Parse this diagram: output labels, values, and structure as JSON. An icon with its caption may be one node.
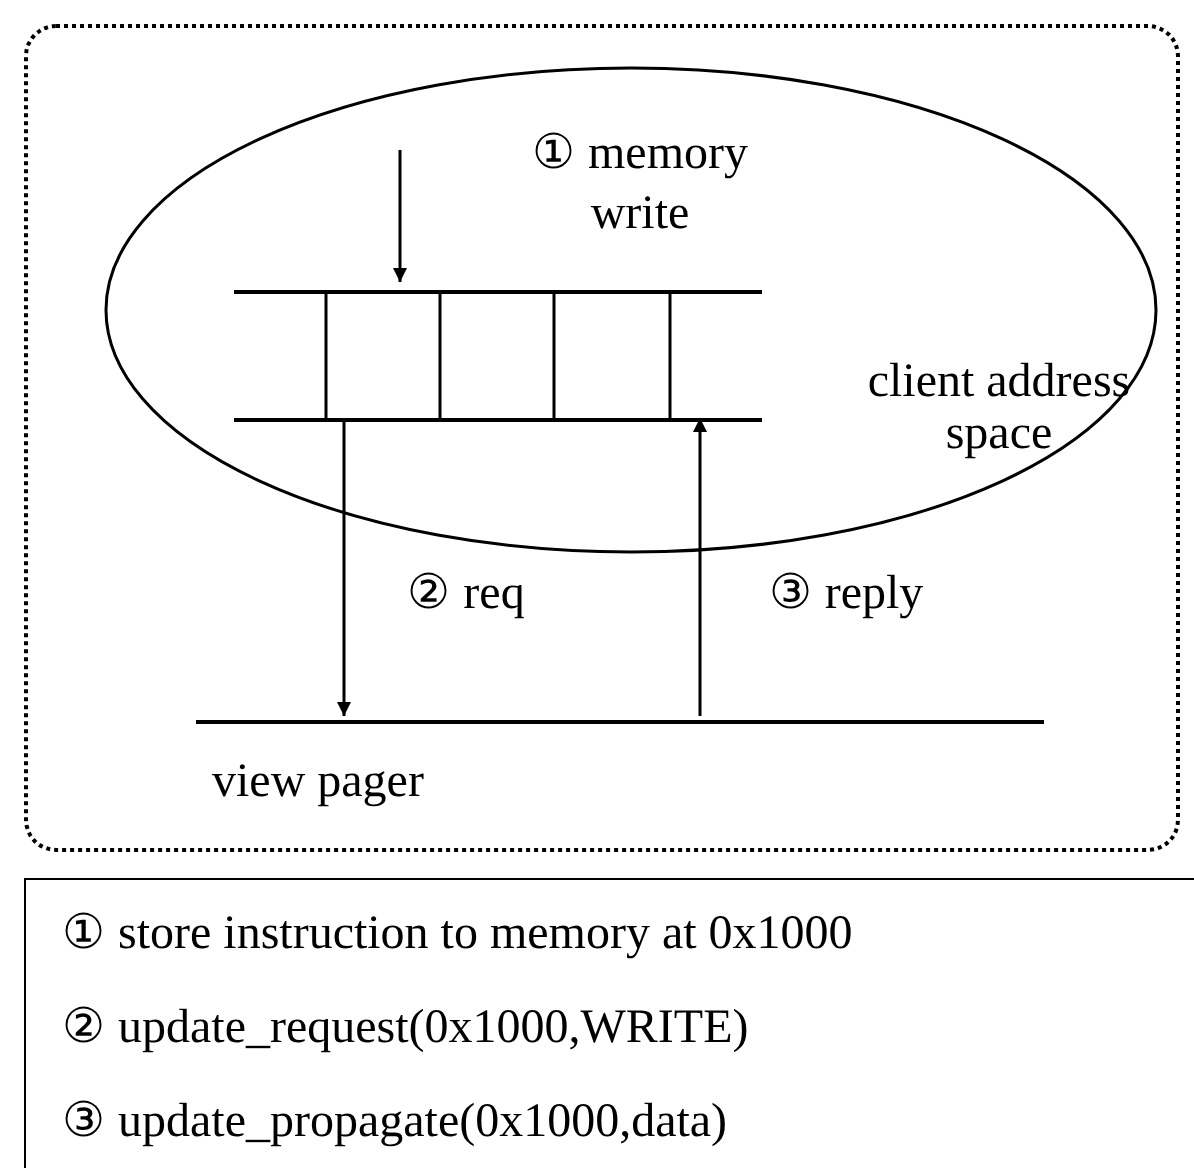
{
  "diagram": {
    "nodes": [
      {
        "text": [],
        "shape": "box"
      },
      {
        "text": [
          "client address space"
        ],
        "in": 0
      },
      {
        "text": [],
        "shape": "box",
        "in": 1
      },
      {
        "text": [
          "view pager"
        ],
        "in": 0
      }
    ],
    "edges": [
      {
        "from": null,
        "to": 2,
        "arrow": "to",
        "label": "① memory write"
      },
      {
        "from": 2,
        "to": 3,
        "arrow": "to",
        "label": "② req"
      },
      {
        "from": 3,
        "to": 2,
        "arrow": "to",
        "label": "③ reply"
      }
    ],
    "labels": [
      "① store instruction to memory at 0x1000",
      "② update_request(0x1000,WRITE)",
      "③ update_propagate(0x1000,data)"
    ]
  }
}
